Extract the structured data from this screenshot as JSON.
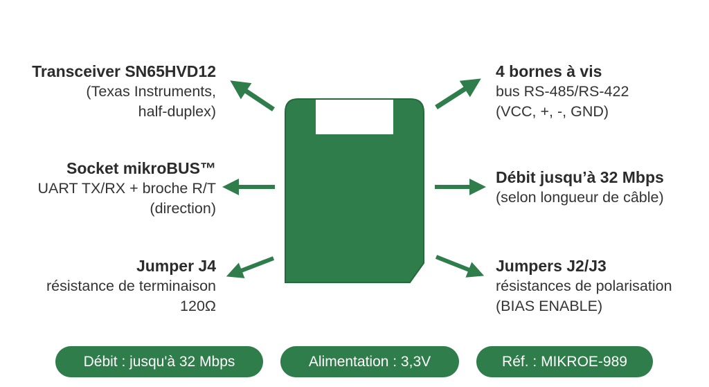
{
  "colors": {
    "accent": "#2e7d4a",
    "arrow": "#2e7d4a",
    "text": "#333333",
    "window": "#ffffff"
  },
  "callouts": {
    "top_left": {
      "title": "Transceiver SN65HVD12",
      "line1": "(Texas Instruments,",
      "line2": "half-duplex)"
    },
    "middle_left": {
      "title": "Socket mikroBUS™",
      "line1": "UART TX/RX + broche R/T",
      "line2": "(direction)"
    },
    "bottom_left": {
      "title": "Jumper J4",
      "line1": "résistance de terminaison",
      "line2": "120Ω"
    },
    "top_right": {
      "title": "4 bornes à vis",
      "line1": "bus RS-485/RS-422",
      "line2": "(VCC, +, -, GND)"
    },
    "middle_right": {
      "title": "Débit jusqu’à 32 Mbps",
      "line1": "(selon longueur de câble)"
    },
    "bottom_right": {
      "title": "Jumpers J2/J3",
      "line1": "résistances de polarisation",
      "line2": "(BIAS ENABLE)"
    }
  },
  "pills": [
    {
      "label": "Débit : jusqu'à 32 Mbps"
    },
    {
      "label": "Alimentation : 3,3V"
    },
    {
      "label": "Réf. : MIKROE-989"
    }
  ]
}
